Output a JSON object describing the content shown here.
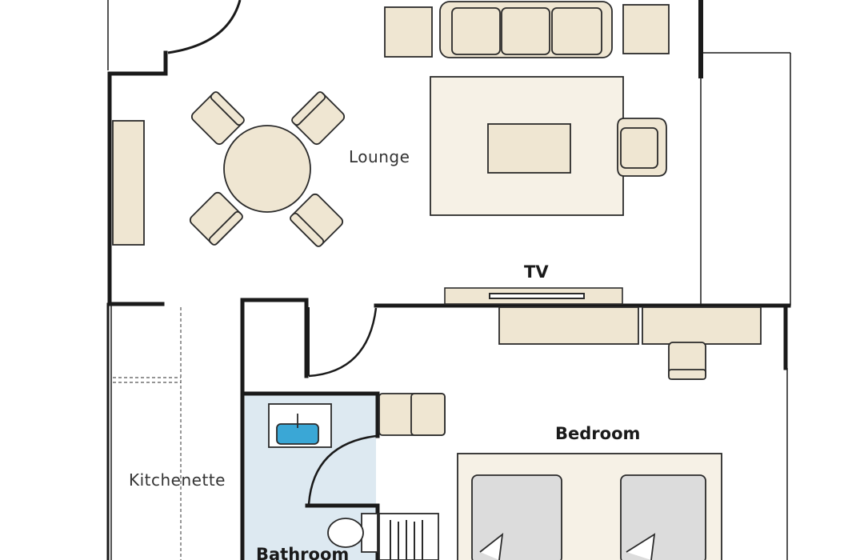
{
  "labels": {
    "lounge": "Lounge",
    "tv": "TV",
    "bedroom": "Bedroom",
    "kitchenette": "Kitchenette",
    "bathroom": "Bathroom"
  },
  "colors": {
    "wall": "#1a1a1a",
    "furniture_fill": "#efe6d2",
    "furniture_stroke": "#2a2a2a",
    "rug_fill": "#f6f1e6",
    "bathroom_floor": "#dde9f1",
    "bed_linen": "#dcdcdc",
    "sink_water": "#3aa7d6"
  }
}
